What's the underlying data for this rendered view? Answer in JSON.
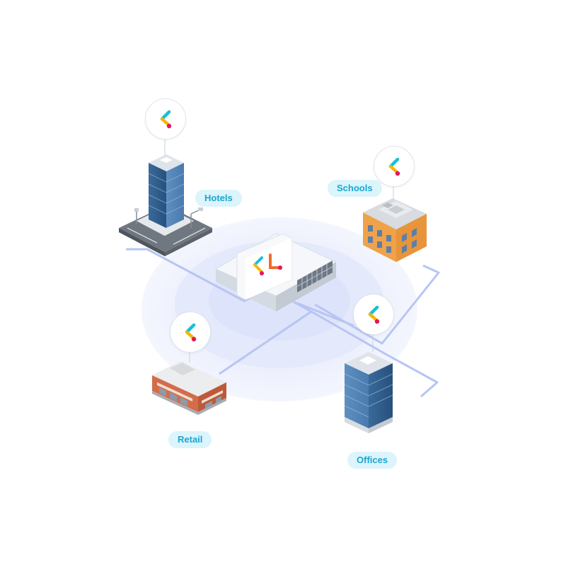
{
  "labels": {
    "hotels": "Hotels",
    "schools": "Schools",
    "retail": "Retail",
    "offices": "Offices"
  },
  "icons": {
    "hub": "network-switch-icon",
    "site_badge": "brand-logo-icon",
    "hotels": "skyscraper-building-icon",
    "schools": "school-building-icon",
    "retail": "retail-building-icon",
    "offices": "office-tower-icon"
  },
  "colors": {
    "network_line": "#b7c5f3",
    "ripple": "#e8ecfb",
    "label_bg": "#dcf4fb",
    "label_text": "#1aa6cf",
    "logo_yellow": "#f7b500",
    "logo_teal": "#17c0d8",
    "logo_orange": "#f26b2e",
    "logo_red": "#e2175b"
  }
}
